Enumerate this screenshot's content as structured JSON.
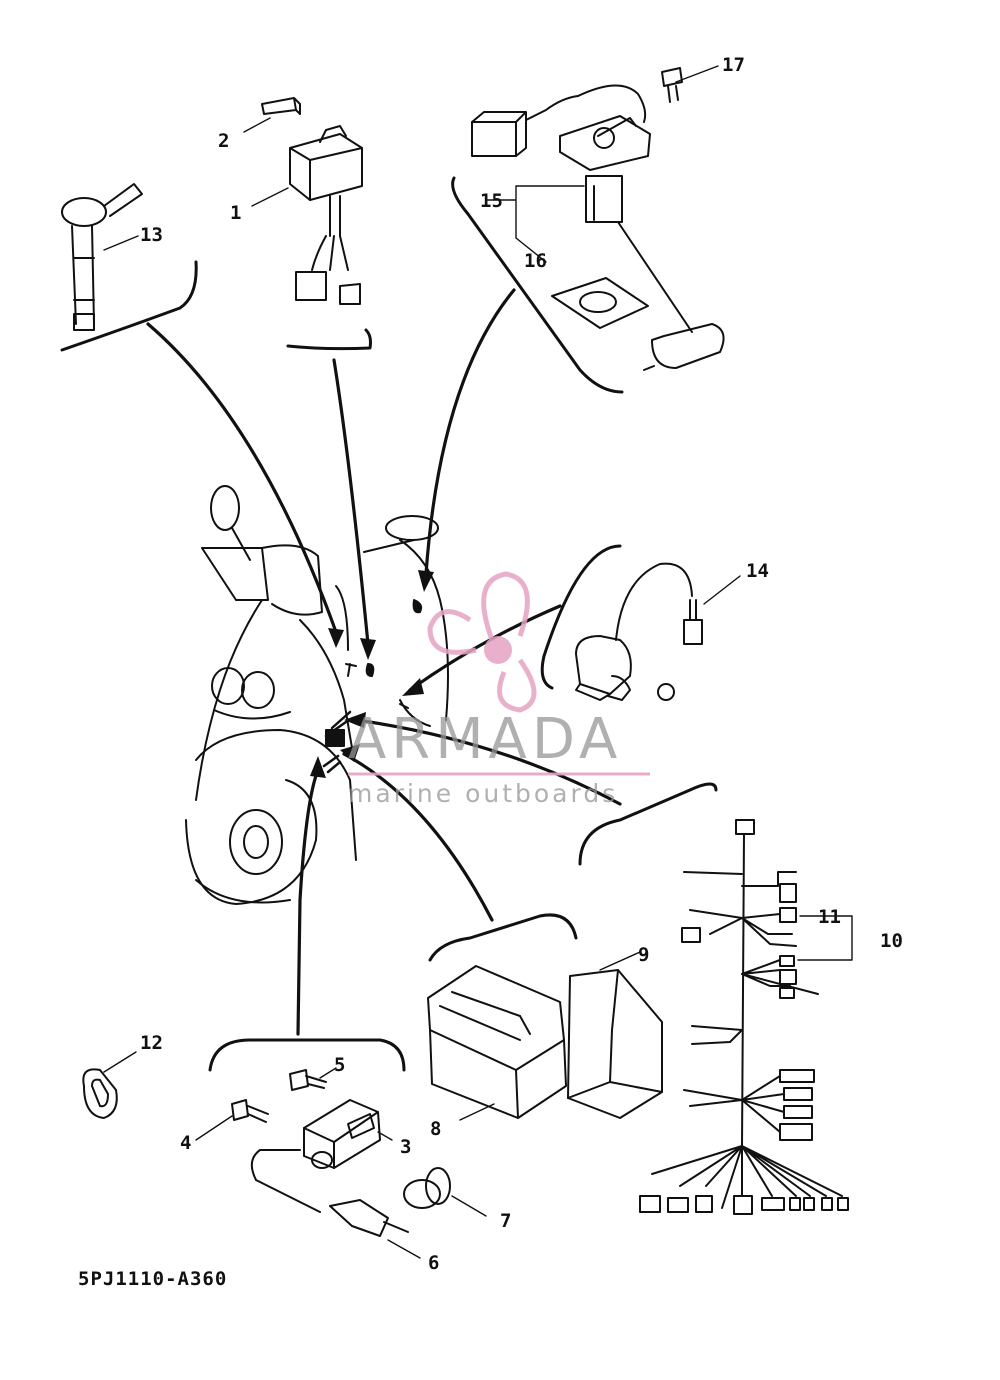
{
  "diagram": {
    "callouts": [
      "1",
      "2",
      "3",
      "4",
      "5",
      "6",
      "7",
      "8",
      "9",
      "10",
      "11",
      "12",
      "13",
      "14",
      "15",
      "16",
      "17"
    ],
    "part_code": "5PJ1110-A360"
  },
  "watermark": {
    "brand": "ARMADA",
    "tagline": "marine outboards",
    "color": "#e6a3c4"
  }
}
